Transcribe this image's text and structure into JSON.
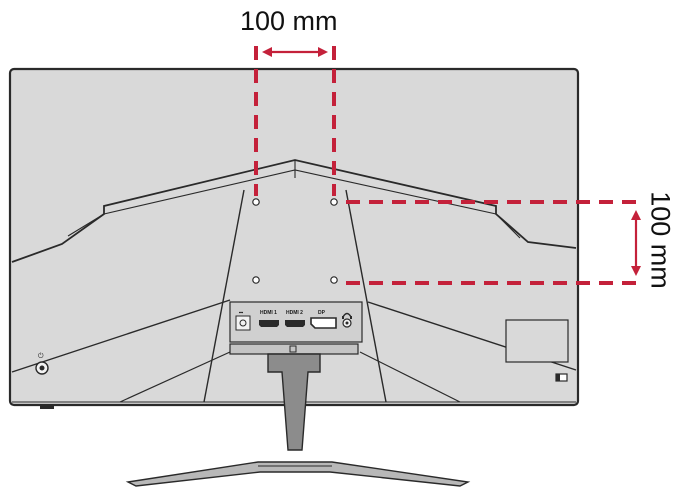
{
  "dimension_labels": {
    "horizontal": "100 mm",
    "vertical": "100 mm"
  },
  "ports": {
    "power": "⎓",
    "hdmi1": "HDMI 1",
    "hdmi2": "HDMI 2",
    "dp": "DP",
    "audio": "headphone-icon"
  },
  "colors": {
    "dimension_lines": "#c4213a",
    "monitor_outline": "#2a2a2a",
    "monitor_fill": "#d9d9d9",
    "stand_fill": "#8c8c8c"
  }
}
